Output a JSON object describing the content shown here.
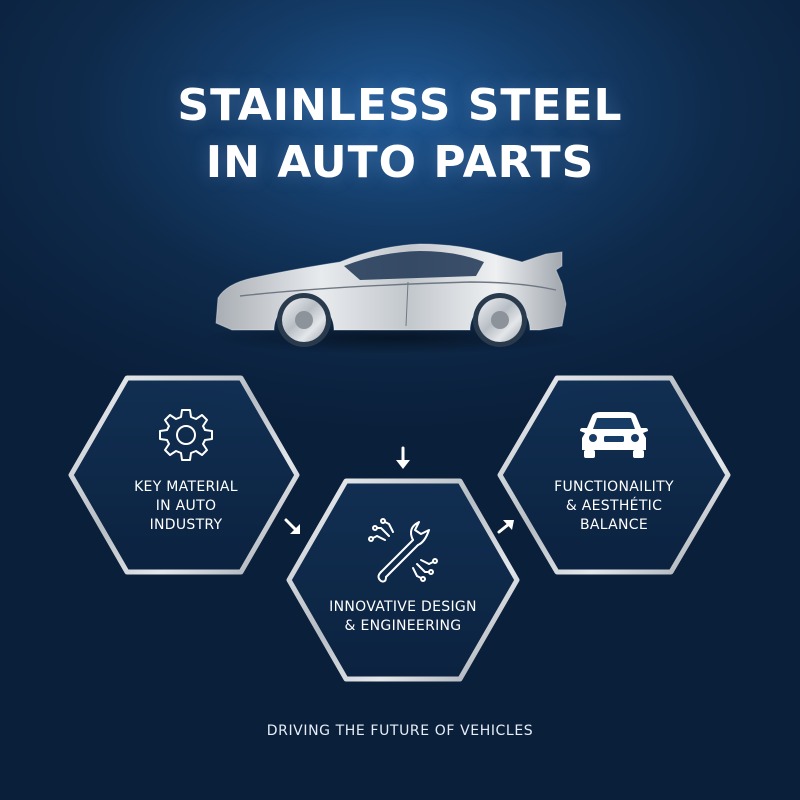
{
  "title": {
    "line1": "STAINLESS STEEL",
    "line2": "IN AUTO PARTS"
  },
  "steps": [
    {
      "icon": "gear-icon",
      "lines": [
        "KEY MATERIAL",
        "IN AUTO",
        "INDUSTRY"
      ]
    },
    {
      "icon": "wrench-circuit-icon",
      "lines": [
        "INNOVATIVE DESIGN",
        "& ENGINEERING"
      ]
    },
    {
      "icon": "car-front-icon",
      "lines": [
        "FUNCTIONAILITY",
        "& AESTHÉTIC",
        "BALANCE"
      ]
    }
  ],
  "footer": "DRIVING THE FUTURE OF VEHICLES",
  "colors": {
    "background": "#0e2a4b",
    "silver": "#c9ced4",
    "text": "#ffffff"
  }
}
